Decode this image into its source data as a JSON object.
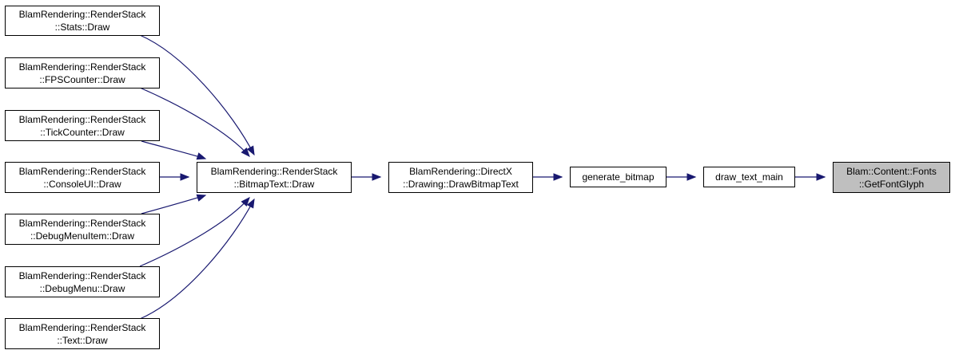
{
  "diagram": {
    "nodes": {
      "stats": {
        "line1": "BlamRendering::RenderStack",
        "line2": "::Stats::Draw"
      },
      "fps": {
        "line1": "BlamRendering::RenderStack",
        "line2": "::FPSCounter::Draw"
      },
      "tick": {
        "line1": "BlamRendering::RenderStack",
        "line2": "::TickCounter::Draw"
      },
      "console": {
        "line1": "BlamRendering::RenderStack",
        "line2": "::ConsoleUI::Draw"
      },
      "debugitem": {
        "line1": "BlamRendering::RenderStack",
        "line2": "::DebugMenuItem::Draw"
      },
      "debugmenu": {
        "line1": "BlamRendering::RenderStack",
        "line2": "::DebugMenu::Draw"
      },
      "text": {
        "line1": "BlamRendering::RenderStack",
        "line2": "::Text::Draw"
      },
      "bitmaptext": {
        "line1": "BlamRendering::RenderStack",
        "line2": "::BitmapText::Draw"
      },
      "directx": {
        "line1": "BlamRendering::DirectX",
        "line2": "::Drawing::DrawBitmapText"
      },
      "genbitmap": {
        "line1": "generate_bitmap"
      },
      "drawtext": {
        "line1": "draw_text_main"
      },
      "getfont": {
        "line1": "Blam::Content::Fonts",
        "line2": "::GetFontGlyph"
      }
    },
    "edges": [
      {
        "from": "stats",
        "to": "bitmaptext"
      },
      {
        "from": "fps",
        "to": "bitmaptext"
      },
      {
        "from": "tick",
        "to": "bitmaptext"
      },
      {
        "from": "console",
        "to": "bitmaptext"
      },
      {
        "from": "debugitem",
        "to": "bitmaptext"
      },
      {
        "from": "debugmenu",
        "to": "bitmaptext"
      },
      {
        "from": "text",
        "to": "bitmaptext"
      },
      {
        "from": "bitmaptext",
        "to": "directx"
      },
      {
        "from": "directx",
        "to": "genbitmap"
      },
      {
        "from": "genbitmap",
        "to": "drawtext"
      },
      {
        "from": "drawtext",
        "to": "getfont"
      }
    ],
    "colors": {
      "edge": "#191970",
      "node_border": "#000000",
      "highlight_fill": "#bfbfbf"
    }
  }
}
